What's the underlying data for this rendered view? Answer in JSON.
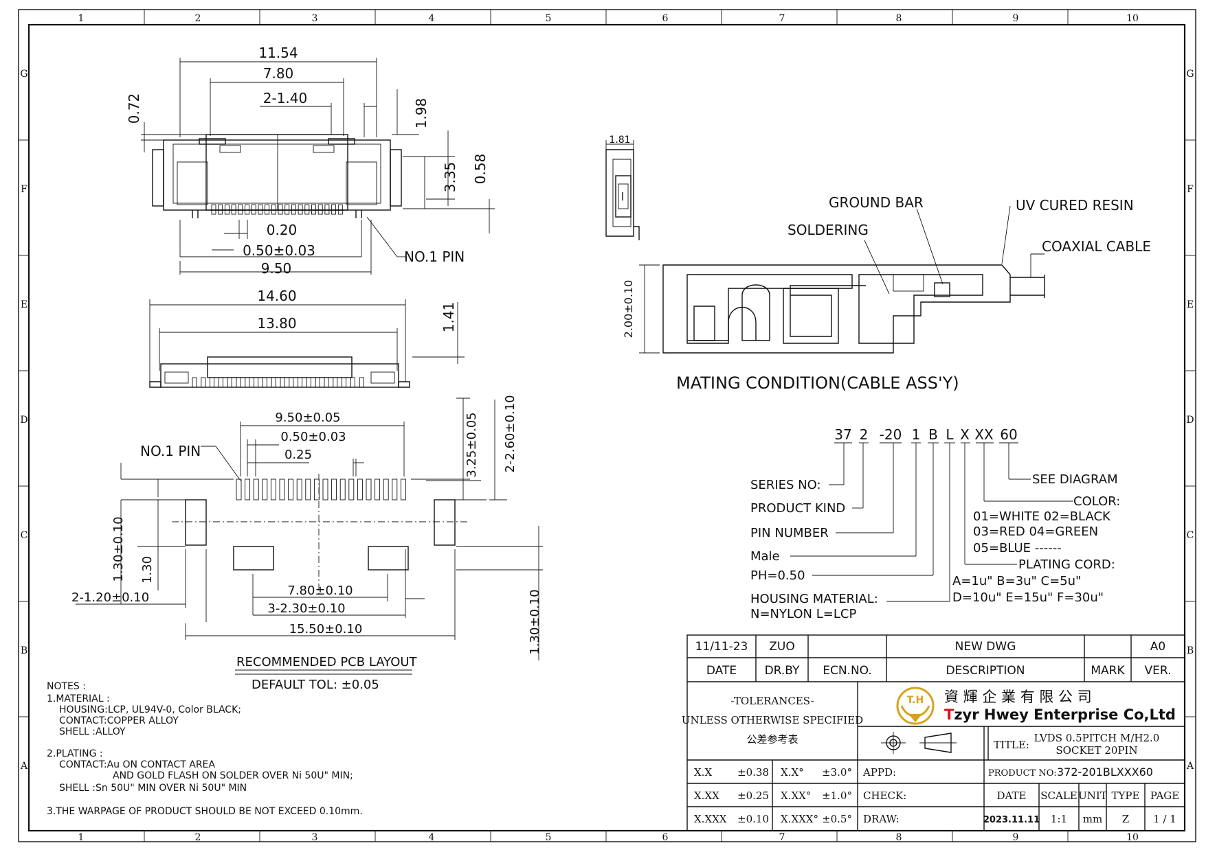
{
  "zone_columns": [
    "1",
    "2",
    "3",
    "4",
    "5",
    "6",
    "7",
    "8",
    "9",
    "10"
  ],
  "zone_rows": [
    "G",
    "F",
    "E",
    "D",
    "C",
    "B",
    "A"
  ],
  "top_view": {
    "dims": [
      "11.54",
      "7.80",
      "2-1.40",
      "0.72",
      "1.98",
      "3.35",
      "0.58",
      "0.20",
      "0.50±0.03",
      "9.50"
    ],
    "pin_label": "NO.1  PIN"
  },
  "front_view": {
    "dims": [
      "14.60",
      "13.80",
      "1.41"
    ]
  },
  "side_view": {
    "dim": "1.81"
  },
  "pcb_layout": {
    "dims": [
      "9.50±0.05",
      "0.50±0.03",
      "0.25",
      "3.25±0.05",
      "2-2.60±0.10",
      "1.30±0.10",
      "1.30",
      "2-1.20±0.10",
      "7.80±0.10",
      "3-2.30±0.10",
      "15.50±0.10",
      "1.30±0.10"
    ],
    "pin_label": "NO.1  PIN",
    "title": "RECOMMENDED  PCB  LAYOUT",
    "tolerance": "DEFAULT  TOL:  ±0.05"
  },
  "mating": {
    "labels": [
      "GROUND  BAR",
      "UV  CURED  RESIN",
      "SOLDERING",
      "COAXIAL  CABLE"
    ],
    "height_dim": "2.00±0.10",
    "caption": "MATING  CONDITION(CABLE  ASS'Y)"
  },
  "part_code": {
    "segments": [
      "37",
      "2",
      "-20",
      "1",
      "B",
      "L",
      "X",
      "XX",
      "60"
    ],
    "labels": [
      "SERIES  NO:",
      "PRODUCT  KIND",
      "PIN  NUMBER",
      "Male",
      "PH=0.50",
      "HOUSING  MATERIAL:",
      "N=NYLON        L=LCP",
      "SEE  DIAGRAM",
      "COLOR:",
      "01=WHITE  02=BLACK",
      "03=RED    04=GREEN",
      "05=BLUE  ------",
      "PLATING  CORD:",
      "A=1u\"   B=3u\"   C=5u\"",
      "D=10u\"  E=15u\"  F=30u\""
    ]
  },
  "notes": {
    "lines": [
      "NOTES :",
      "1.MATERIAL :",
      "HOUSING:LCP,  UL94V-0,  Color  BLACK;",
      "CONTACT:COPPER  ALLOY",
      "SHELL :ALLOY",
      "2.PLATING :",
      "CONTACT:Au  ON  CONTACT  AREA",
      "AND  GOLD  FLASH  ON  SOLDER  OVER  Ni  50U\"  MIN;",
      "SHELL :Sn  50U\"  MIN  OVER  Ni  50U\"  MIN",
      "3.THE  WARPAGE  OF  PRODUCT  SHOULD  BE  NOT  EXCEED  0.10mm."
    ]
  },
  "title_block": {
    "revision": {
      "date": "11/11-23",
      "drawn_by": "ZUO",
      "ecn": "",
      "description": "NEW  DWG",
      "mark": "",
      "version": "A0"
    },
    "revision_headers": {
      "date": "DATE",
      "drawn_by": "DR.BY",
      "ecn": "ECN.NO.",
      "description": "DESCRIPTION",
      "mark": "MARK",
      "version": "VER."
    },
    "tolerances": [
      "-TOLERANCES-",
      "UNLESS OTHERWISE SPECIFIED",
      "公差参考表"
    ],
    "tol_rows": [
      {
        "a": "X.X",
        "b": "±0.38",
        "c": "X.X°",
        "d": "±3.0°"
      },
      {
        "a": "X.XX",
        "b": "±0.25",
        "c": "X.XX°",
        "d": "±1.0°"
      },
      {
        "a": "X.XXX",
        "b": "±0.10",
        "c": "X.XXX°",
        "d": "±0.5°"
      }
    ],
    "company_logo": "T.H",
    "company_chinese": "資 輝 企 業 有 限 公 司",
    "company_english": "Tzyr Hwey Enterprise Co,Ltd",
    "title_label": "TITLE:",
    "title_lines": [
      "LVDS 0.5PITCH M/H2.0",
      "SOCKET 20PIN"
    ],
    "appd_label": "APPD:",
    "check_label": "CHECK:",
    "draw_label": "DRAW:",
    "product_no_label": "PRODUCT NO:",
    "product_no": "372-201BLXXX60",
    "date_label": "DATE",
    "scale_label": "SCALE",
    "unit_label": "UNIT",
    "type_label": "TYPE",
    "page_label": "PAGE",
    "date": "2023.11.11",
    "scale": "1:1",
    "unit": "mm",
    "type": "Z",
    "page": "1 / 1"
  },
  "colors": {
    "line": "#111111",
    "logo_gold": "#d9a21b",
    "brand_red": "#d8141a"
  }
}
